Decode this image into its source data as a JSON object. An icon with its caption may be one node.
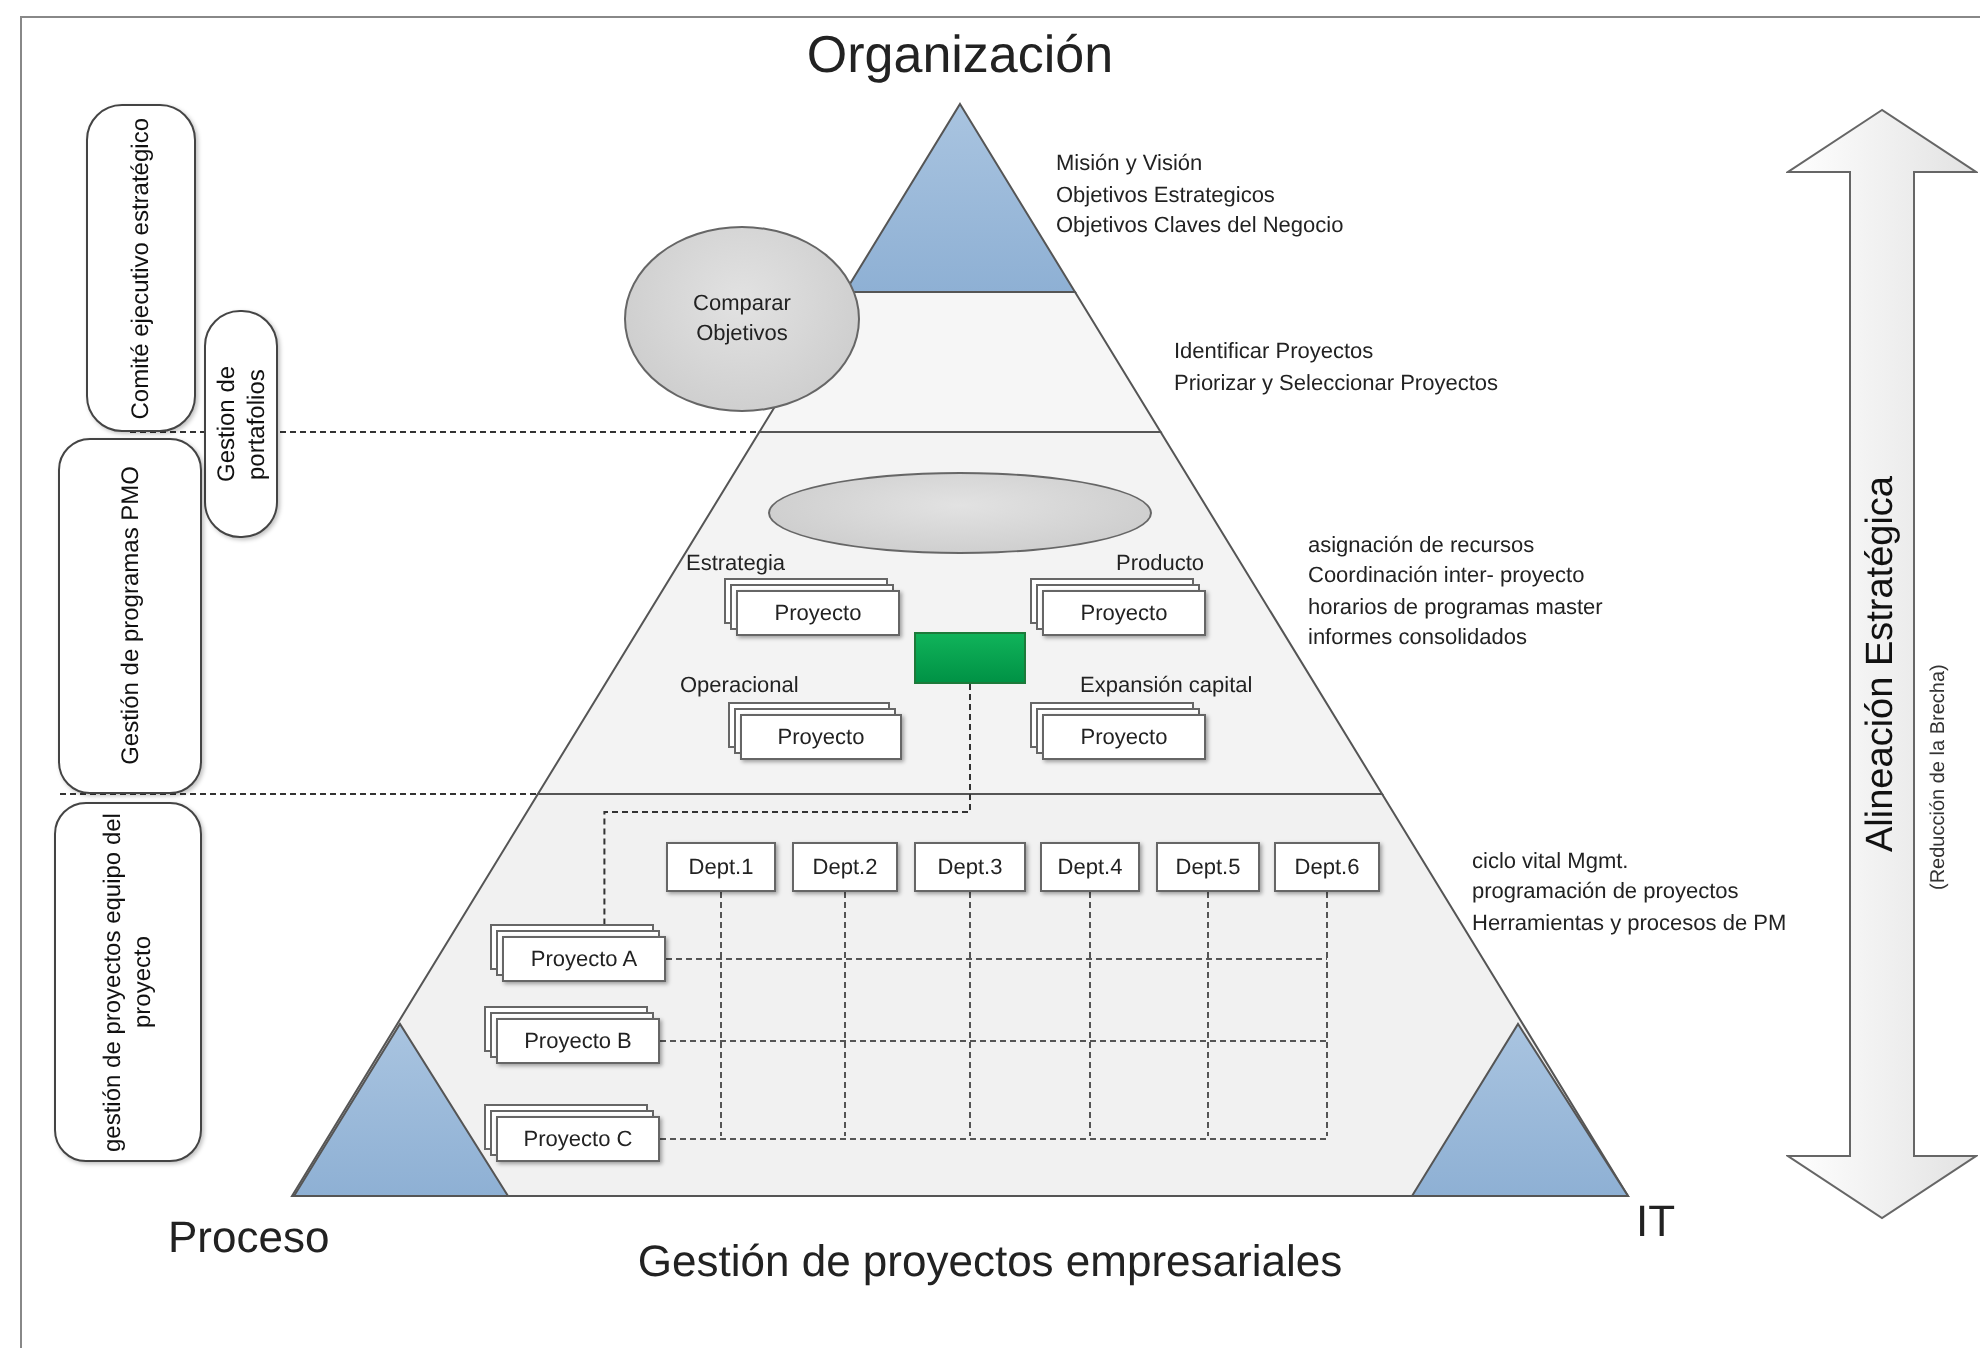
{
  "diagram": {
    "nodes": [
      {
        "text": [
          "Comité ejecutivo estratégico"
        ]
      },
      {
        "text": [
          "Gestion de portafolios"
        ]
      },
      {
        "text": [
          "Gestión de programas PMO"
        ]
      },
      {
        "text": [
          "gestión de proyectos equipo del proyecto"
        ]
      },
      {
        "text": [
          "Comparar Objetivos"
        ]
      },
      {
        "text": [],
        "shape": "ellipse"
      },
      {
        "text": [
          "Proyecto"
        ],
        "beside": [
          "Estrategia"
        ]
      },
      {
        "text": [
          "Proyecto"
        ],
        "beside": [
          "Producto"
        ]
      },
      {
        "text": [],
        "shape": "box"
      },
      {
        "text": [
          "Proyecto"
        ],
        "beside": [
          "Operacional"
        ]
      },
      {
        "text": [
          "Proyecto"
        ],
        "beside": [
          "Expansión capital"
        ]
      },
      {
        "text": [
          "Dept.1"
        ]
      },
      {
        "text": [
          "Dept.2"
        ]
      },
      {
        "text": [
          "Dept.3"
        ]
      },
      {
        "text": [
          "Dept.4"
        ]
      },
      {
        "text": [
          "Dept.5"
        ]
      },
      {
        "text": [
          "Dept.6"
        ]
      },
      {
        "text": [
          "Proyecto A"
        ]
      },
      {
        "text": [
          "Proyecto B"
        ]
      },
      {
        "text": [
          "Proyecto C"
        ]
      },
      {
        "text": [
          "Alineación Estratégica"
        ],
        "beside": [
          "(Reducción de la Brecha)"
        ]
      }
    ],
    "edges": [
      {
        "from": 8,
        "to": 17,
        "arrow": "none",
        "style": "dashed"
      }
    ],
    "labels": [
      "Organización",
      "Misión y Visión",
      "Objetivos Estrategicos",
      "Objetivos Claves del Negocio",
      "Identificar Proyectos",
      "Priorizar y Seleccionar Proyectos",
      "asignación de recursos",
      "Coordinación inter- proyecto",
      "horarios de programas master",
      "informes consolidados",
      "ciclo vital Mgmt.",
      "programación de proyectos",
      "Herramientas y procesos de PM",
      "Proceso",
      "IT",
      "Gestión de proyectos empresariales"
    ]
  }
}
